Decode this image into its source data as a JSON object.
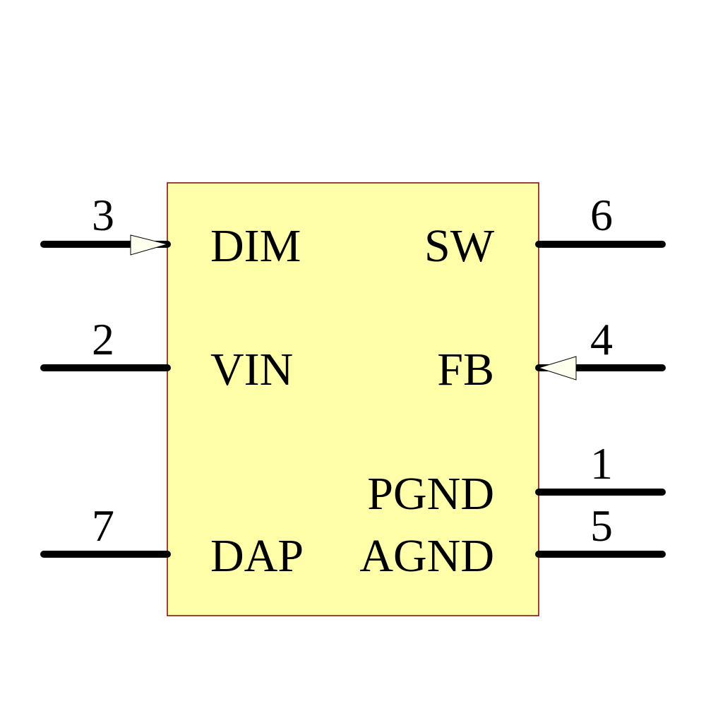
{
  "component": {
    "body_fill": "#FFFFAA",
    "body_stroke": "#800000",
    "pin_color": "#000000",
    "arrow_fill": "#FFFFEE"
  },
  "pins": {
    "dim": {
      "number": "3",
      "name": "DIM",
      "side": "left",
      "type": "input"
    },
    "vin": {
      "number": "2",
      "name": "VIN",
      "side": "left",
      "type": "passive"
    },
    "dap": {
      "number": "7",
      "name": "DAP",
      "side": "left",
      "type": "passive"
    },
    "sw": {
      "number": "6",
      "name": "SW",
      "side": "right",
      "type": "passive"
    },
    "fb": {
      "number": "4",
      "name": "FB",
      "side": "right",
      "type": "input"
    },
    "pgnd": {
      "number": "1",
      "name": "PGND",
      "side": "right",
      "type": "passive"
    },
    "agnd": {
      "number": "5",
      "name": "AGND",
      "side": "right",
      "type": "passive"
    }
  }
}
